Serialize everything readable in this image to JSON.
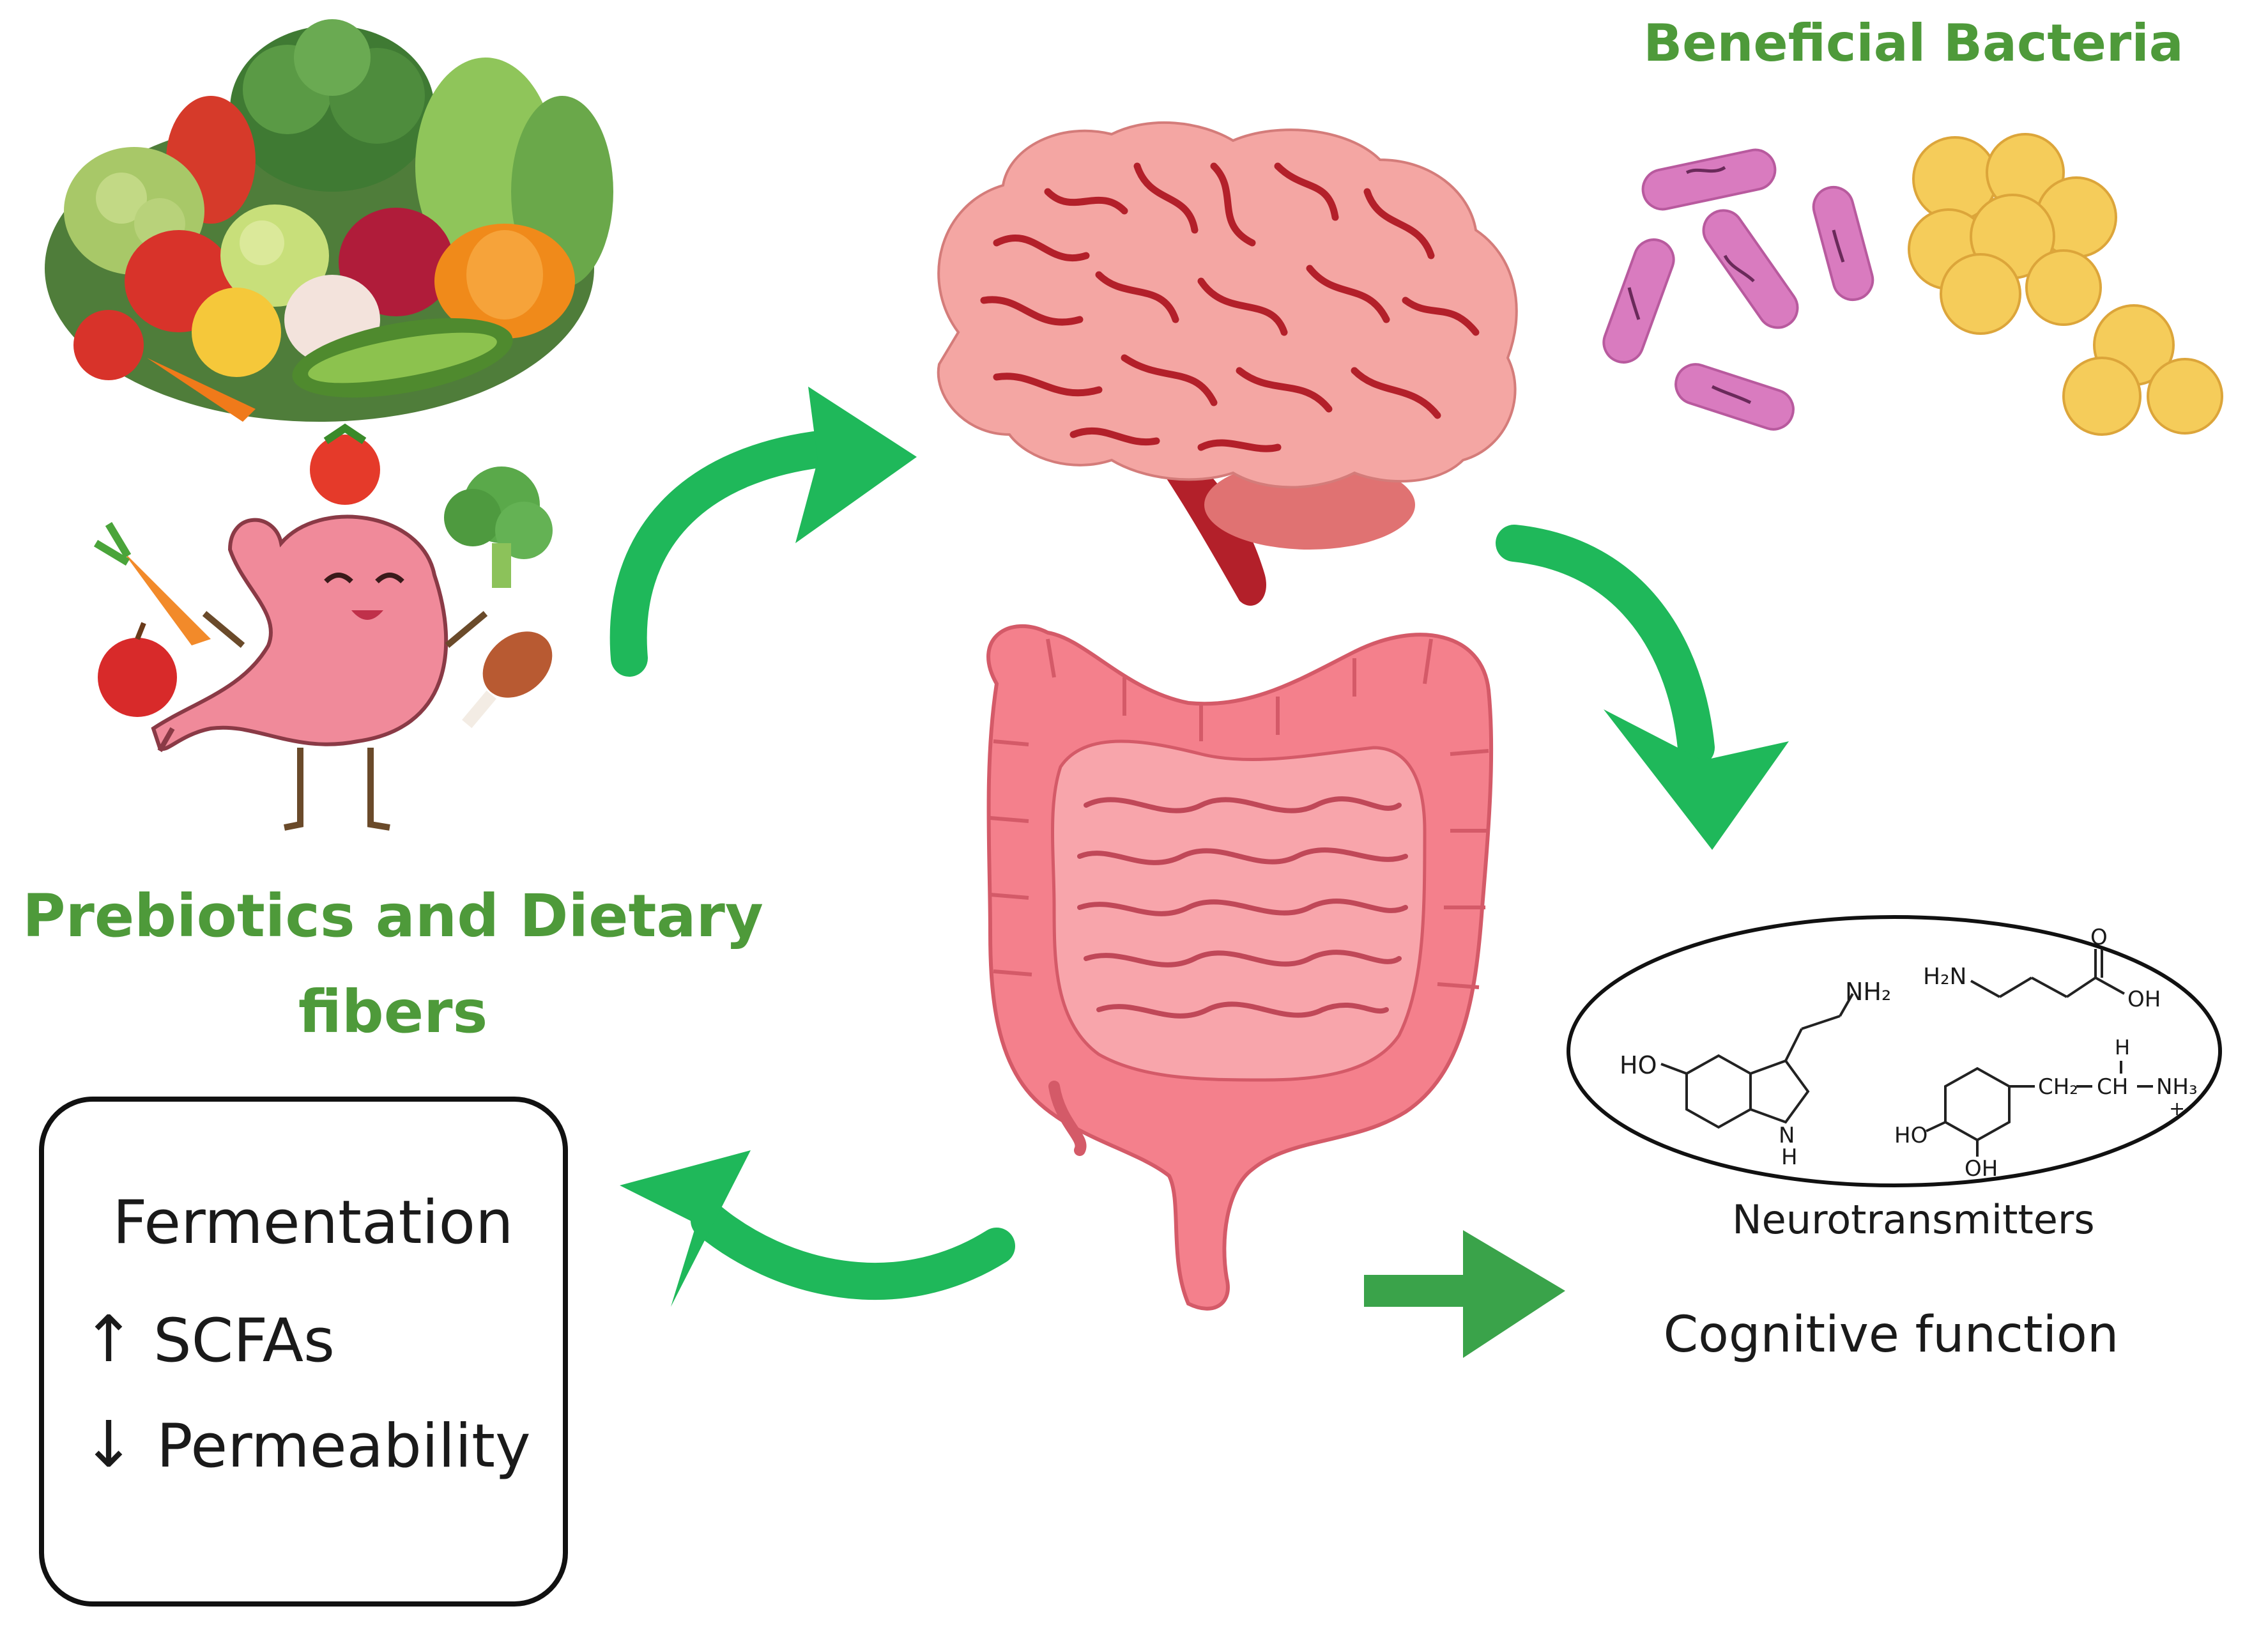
{
  "titles": {
    "beneficial_bacteria": "Beneficial Bacteria",
    "prebiotics_line1": "Prebiotics and Dietary",
    "prebiotics_line2": "fibers"
  },
  "fermentation_box": {
    "heading": "Fermentation",
    "item_1": "SCFAs",
    "item_2": "Permeability",
    "arrow_up_glyph": "↑",
    "arrow_down_glyph": "↓"
  },
  "neurotransmitters": {
    "label": "Neurotransmitters",
    "chem_labels": {
      "nh2": "NH₂",
      "h2n": "H₂N",
      "o": "O",
      "oh": "OH",
      "ho": "HO",
      "n": "N",
      "h": "H",
      "ch2": "CH₂",
      "ch": "CH",
      "nh3": "NH₃",
      "plus": "+"
    }
  },
  "cognitive_function": {
    "label": "Cognitive function"
  },
  "colors": {
    "arrow_green": "#1fb85a",
    "arrow_green_dark": "#3aa34a",
    "title_green": "#4e9a3a",
    "brain_pink": "#f2a0a0",
    "brain_line": "#b3202a",
    "gut_pink": "#f4808c",
    "rod_bacteria": "#d97bbf",
    "coccus_bacteria": "#f5cc5a"
  },
  "icons": [
    "vegetables-icon",
    "stomach-mascot-icon",
    "brain-icon",
    "intestine-icon",
    "rod-bacteria-icon",
    "coccus-bacteria-icon",
    "serotonin-structure-icon",
    "gaba-structure-icon",
    "dopamine-structure-icon"
  ]
}
